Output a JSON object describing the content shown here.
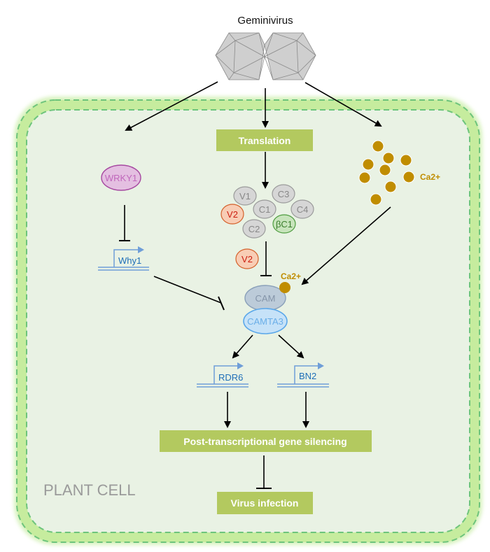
{
  "title": "Geminivirus",
  "cell_label": "PLANT CELL",
  "colors": {
    "box_fill": "#b3c95f",
    "cell_fill": "#e9f2e4",
    "membrane": "#c6ec9e",
    "membrane_dash": "#6dc47c",
    "calcium": "#c08d00",
    "gene_blue": "#1f6fb8",
    "gene_line": "#6f9ed8",
    "wrky_fill": "#e4bfe1",
    "wrky_stroke": "#a648a0",
    "wrky_text": "#c067bb",
    "v2_fill": "#f8cdb5",
    "v2_stroke": "#d4602a",
    "v2_text": "#cc1e10",
    "protein_fill": "#d6d6d6",
    "protein_stroke": "#9a9a9a",
    "bc1_fill": "#c8e4bc",
    "bc1_stroke": "#4d9c3e",
    "cam_fill": "#bccbd9",
    "cam_stroke": "#8aa0b9",
    "camta_fill": "#c6e2f8",
    "camta_stroke": "#5aa7ea"
  },
  "boxes": {
    "translation": "Translation",
    "ptgs": "Post-transcriptional gene silencing",
    "virus_infection": "Virus infection"
  },
  "proteins": {
    "wrky1": "WRKY1",
    "v1": "V1",
    "c3": "C3",
    "v2": "V2",
    "c1": "C1",
    "c4": "C4",
    "c2": "C2",
    "bc1": "βC1",
    "v2_free": "V2",
    "cam": "CAM",
    "camta3": "CAMTA3"
  },
  "genes": {
    "why1": "Why1",
    "rdr6": "RDR6",
    "bn2": "BN2"
  },
  "calcium": {
    "cluster_label": "Ca2+",
    "bound_label": "Ca2+"
  }
}
